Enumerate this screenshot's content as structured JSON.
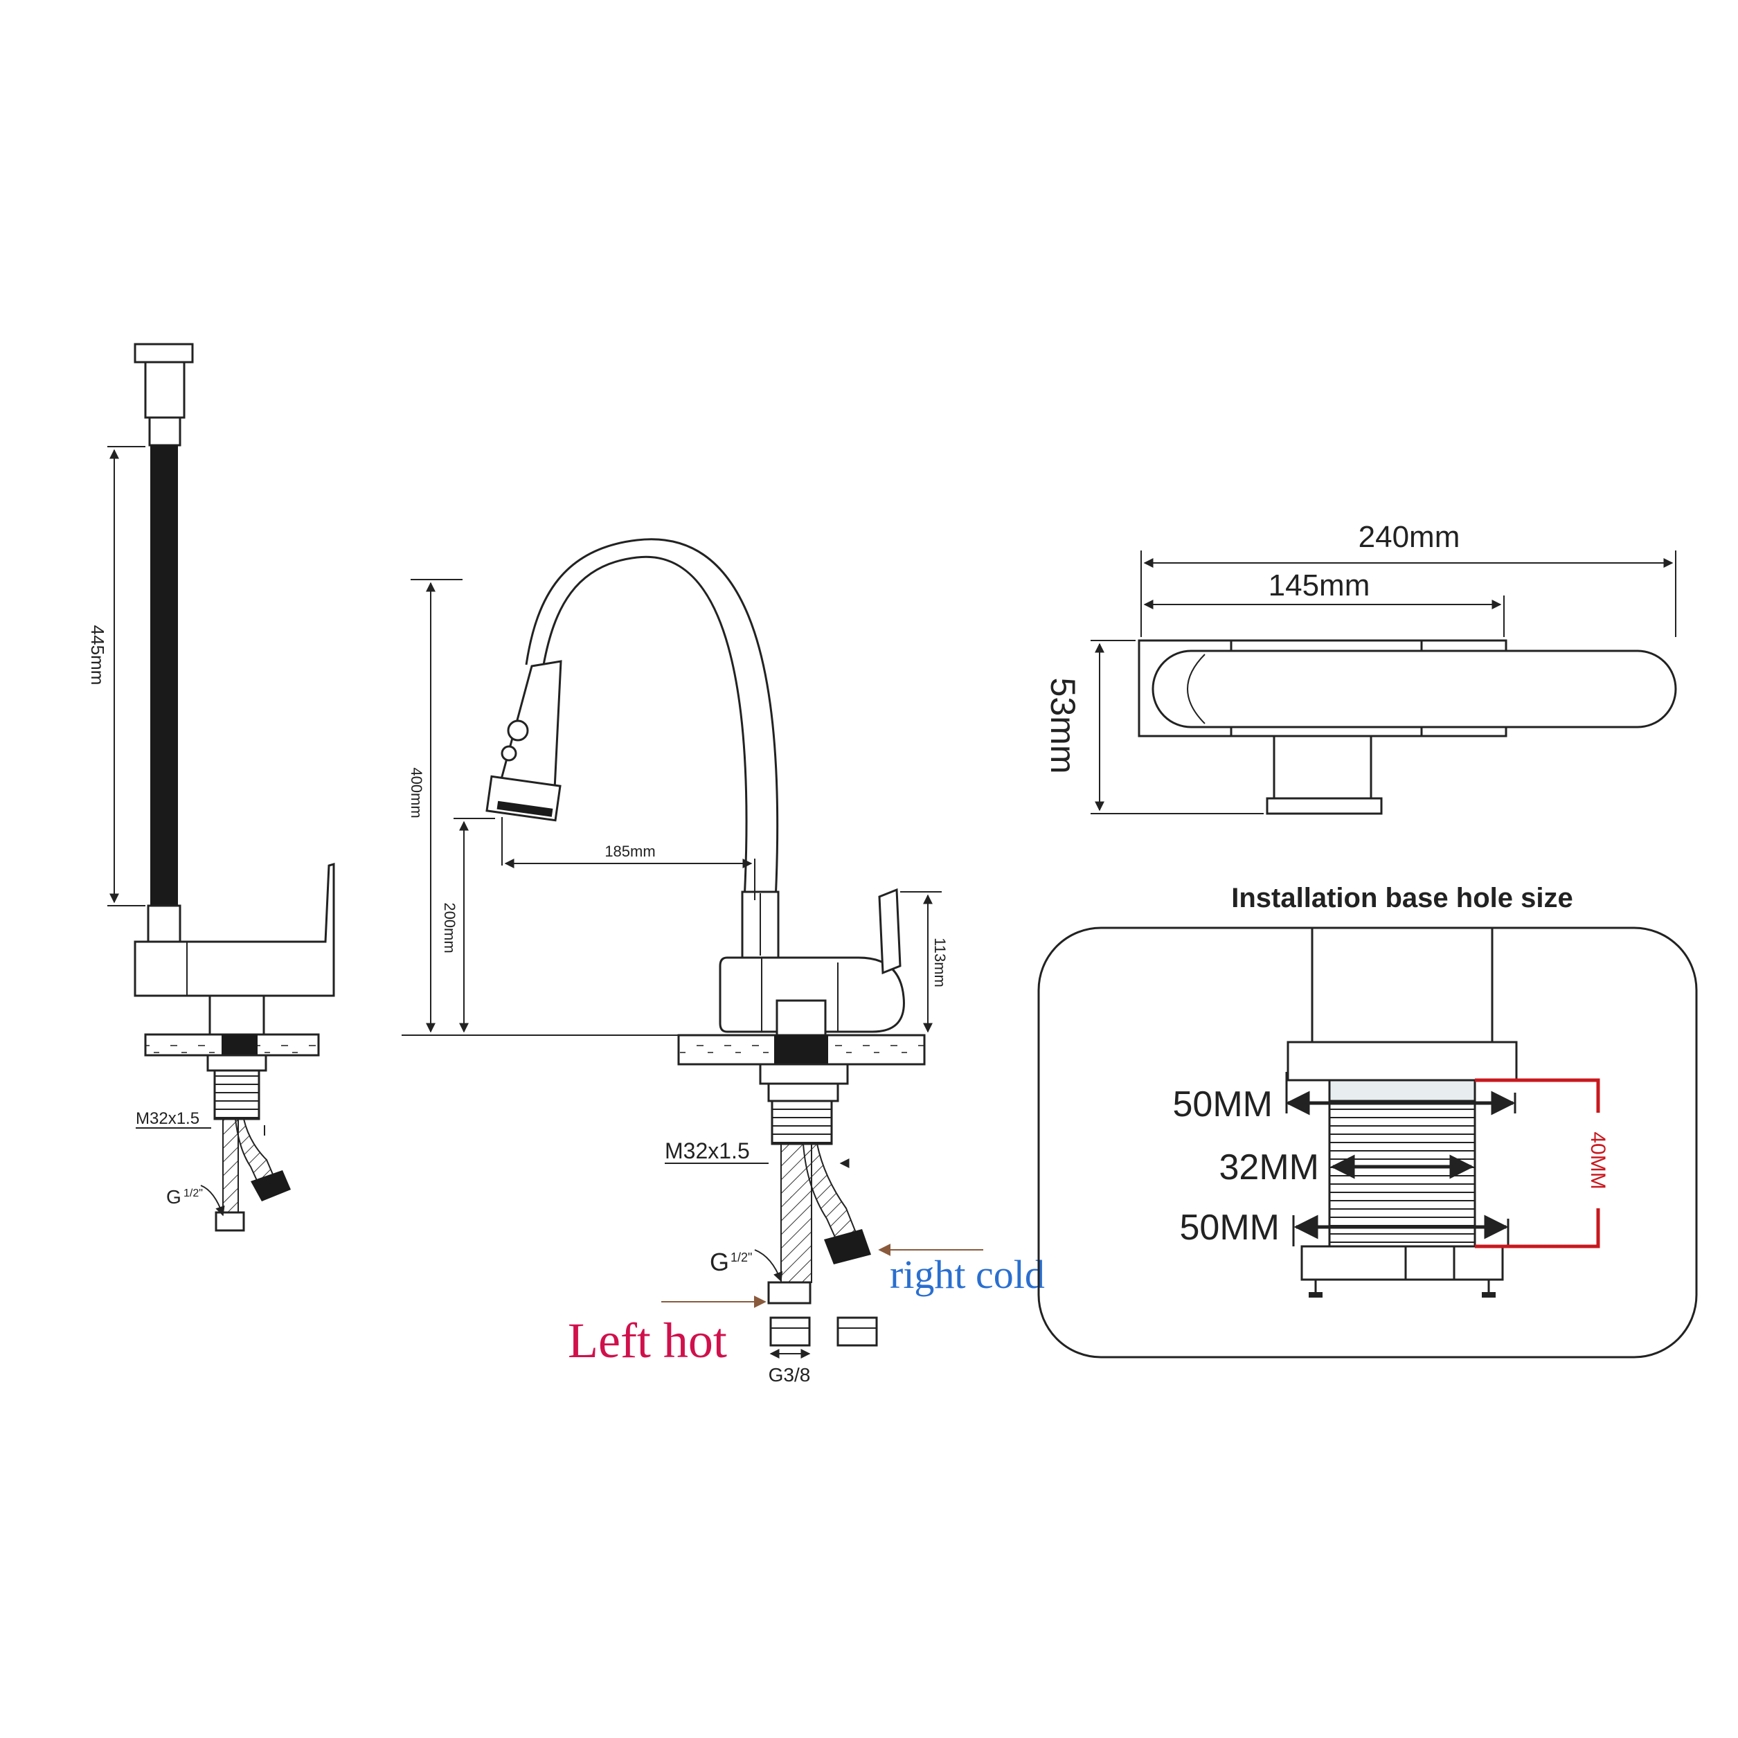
{
  "side_view": {
    "hose_length": "445mm",
    "thread": "M32x1.5",
    "inlet_base": "G",
    "inlet_frac": "1/2\""
  },
  "front_view": {
    "height_total": "400mm",
    "height_spout": "200mm",
    "reach": "185mm",
    "handle_height": "113mm",
    "thread": "M32x1.5",
    "inlet_base": "G",
    "inlet_frac": "1/2\"",
    "adapter": "G3/8",
    "left_hot": "Left hot",
    "right_cold": "right cold"
  },
  "top_view": {
    "overall_length": "240mm",
    "base_length": "145mm",
    "height": "53mm"
  },
  "install_panel": {
    "title": "Installation base hole size",
    "top_width": "50MM",
    "middle_width": "32MM",
    "bottom_width": "50MM",
    "depth": "40MM"
  },
  "colors": {
    "line": "#222222",
    "left_hot": "#d0104c",
    "right_cold": "#2a6fd0",
    "dimension_red": "#c8181e"
  }
}
